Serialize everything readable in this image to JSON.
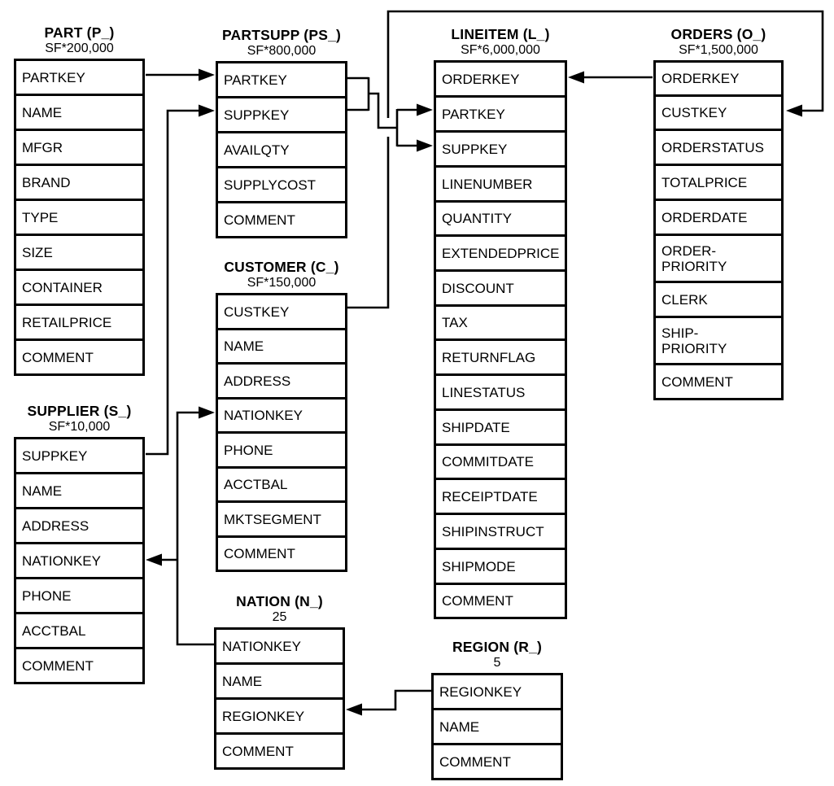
{
  "diagram": {
    "kind": "database-schema",
    "colors": {
      "line": "#000000",
      "background": "#ffffff",
      "box_fill": "#ffffff",
      "text": "#000000"
    }
  },
  "tables": [
    {
      "id": "part",
      "title": "PART (P_)",
      "cardinality": "SF*200,000",
      "columns": [
        "PARTKEY",
        "NAME",
        "MFGR",
        "BRAND",
        "TYPE",
        "SIZE",
        "CONTAINER",
        "RETAILPRICE",
        "COMMENT"
      ]
    },
    {
      "id": "partsupp",
      "title": "PARTSUPP (PS_)",
      "cardinality": "SF*800,000",
      "columns": [
        "PARTKEY",
        "SUPPKEY",
        "AVAILQTY",
        "SUPPLYCOST",
        "COMMENT"
      ]
    },
    {
      "id": "lineitem",
      "title": "LINEITEM (L_)",
      "cardinality": "SF*6,000,000",
      "columns": [
        "ORDERKEY",
        "PARTKEY",
        "SUPPKEY",
        "LINENUMBER",
        "QUANTITY",
        "EXTENDEDPRICE",
        "DISCOUNT",
        "TAX",
        "RETURNFLAG",
        "LINESTATUS",
        "SHIPDATE",
        "COMMITDATE",
        "RECEIPTDATE",
        "SHIPINSTRUCT",
        "SHIPMODE",
        "COMMENT"
      ]
    },
    {
      "id": "orders",
      "title": "ORDERS (O_)",
      "cardinality": "SF*1,500,000",
      "columns": [
        "ORDERKEY",
        "CUSTKEY",
        "ORDERSTATUS",
        "TOTALPRICE",
        "ORDERDATE",
        "ORDER-\nPRIORITY",
        "CLERK",
        "SHIP-\nPRIORITY",
        "COMMENT"
      ]
    },
    {
      "id": "supplier",
      "title": "SUPPLIER (S_)",
      "cardinality": "SF*10,000",
      "columns": [
        "SUPPKEY",
        "NAME",
        "ADDRESS",
        "NATIONKEY",
        "PHONE",
        "ACCTBAL",
        "COMMENT"
      ]
    },
    {
      "id": "customer",
      "title": "CUSTOMER (C_)",
      "cardinality": "SF*150,000",
      "columns": [
        "CUSTKEY",
        "NAME",
        "ADDRESS",
        "NATIONKEY",
        "PHONE",
        "ACCTBAL",
        "MKTSEGMENT",
        "COMMENT"
      ]
    },
    {
      "id": "nation",
      "title": "NATION (N_)",
      "cardinality": "25",
      "columns": [
        "NATIONKEY",
        "NAME",
        "REGIONKEY",
        "COMMENT"
      ]
    },
    {
      "id": "region",
      "title": "REGION (R_)",
      "cardinality": "5",
      "columns": [
        "REGIONKEY",
        "NAME",
        "COMMENT"
      ]
    }
  ],
  "relationships": [
    {
      "from": "PART.PARTKEY",
      "to": "PARTSUPP.PARTKEY"
    },
    {
      "from": "SUPPLIER.SUPPKEY",
      "to": "PARTSUPP.SUPPKEY"
    },
    {
      "from": "PARTSUPP.PARTKEY",
      "to": "LINEITEM.PARTKEY"
    },
    {
      "from": "PARTSUPP.SUPPKEY",
      "to": "LINEITEM.SUPPKEY"
    },
    {
      "from": "ORDERS.ORDERKEY",
      "to": "LINEITEM.ORDERKEY"
    },
    {
      "from": "CUSTOMER.CUSTKEY",
      "to": "ORDERS.CUSTKEY"
    },
    {
      "from": "NATION.NATIONKEY",
      "to": "SUPPLIER.NATIONKEY"
    },
    {
      "from": "NATION.NATIONKEY",
      "to": "CUSTOMER.NATIONKEY"
    },
    {
      "from": "REGION.REGIONKEY",
      "to": "NATION.REGIONKEY"
    }
  ]
}
